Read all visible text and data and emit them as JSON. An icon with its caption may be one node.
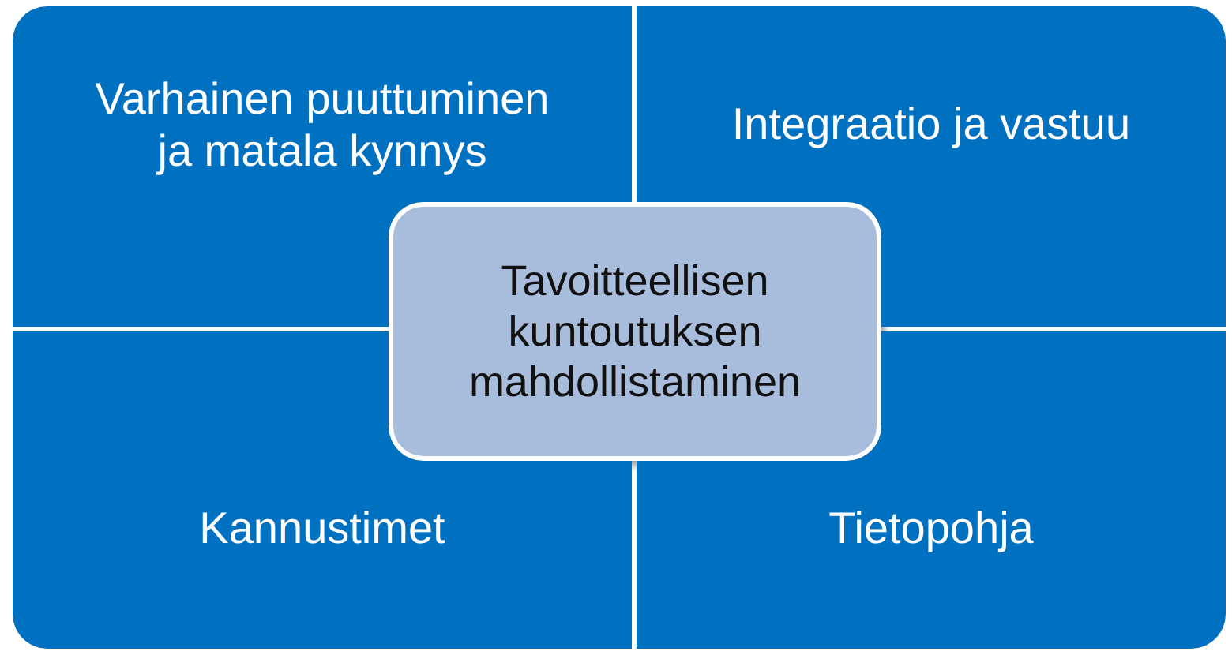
{
  "diagram": {
    "nodes": [
      {
        "text": [
          "Varhainen puuttuminen ja matala kynnys"
        ]
      },
      {
        "text": [
          "Integraatio ja vastuu"
        ]
      },
      {
        "text": [
          "Tavoitteellisen kuntoutuksen mahdollistaminen"
        ]
      },
      {
        "text": [
          "Kannustimet"
        ]
      },
      {
        "text": [
          "Tietopohja"
        ]
      }
    ]
  }
}
